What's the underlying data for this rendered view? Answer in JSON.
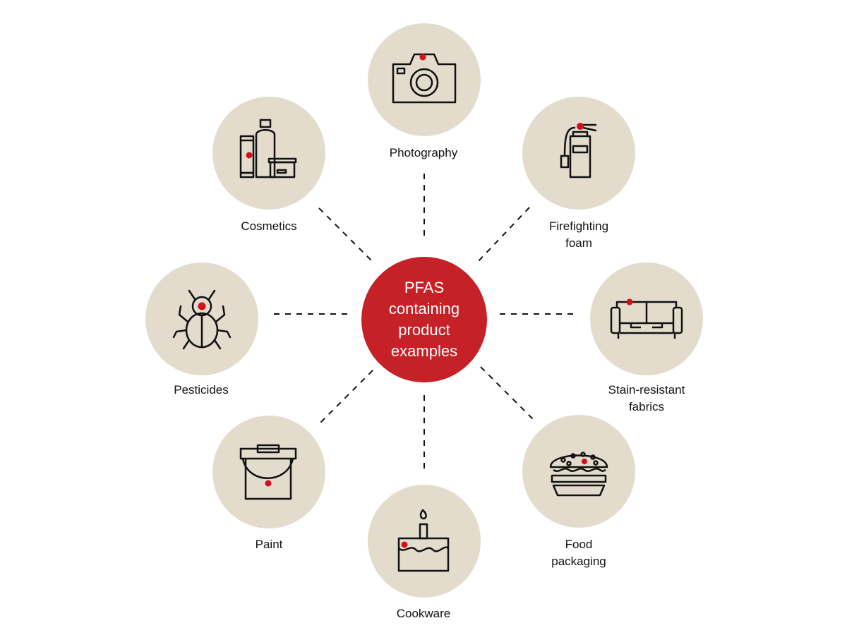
{
  "center": {
    "label": "PFAS\ncontaining\nproduct\nexamples",
    "color": "#c52127"
  },
  "nodes": [
    {
      "label": "Photography",
      "icon": "camera-icon"
    },
    {
      "label": "Firefighting\nfoam",
      "icon": "fire-extinguisher-icon"
    },
    {
      "label": "Stain-resistant\nfabrics",
      "icon": "sofa-icon"
    },
    {
      "label": "Food\npackaging",
      "icon": "burger-icon"
    },
    {
      "label": "Cookware",
      "icon": "cake-icon"
    },
    {
      "label": "Paint",
      "icon": "paint-bucket-icon"
    },
    {
      "label": "Pesticides",
      "icon": "bug-icon"
    },
    {
      "label": "Cosmetics",
      "icon": "cosmetics-icon"
    }
  ],
  "colors": {
    "node_fill": "#e3dccd",
    "accent": "#d0101b",
    "stroke": "#111111"
  }
}
